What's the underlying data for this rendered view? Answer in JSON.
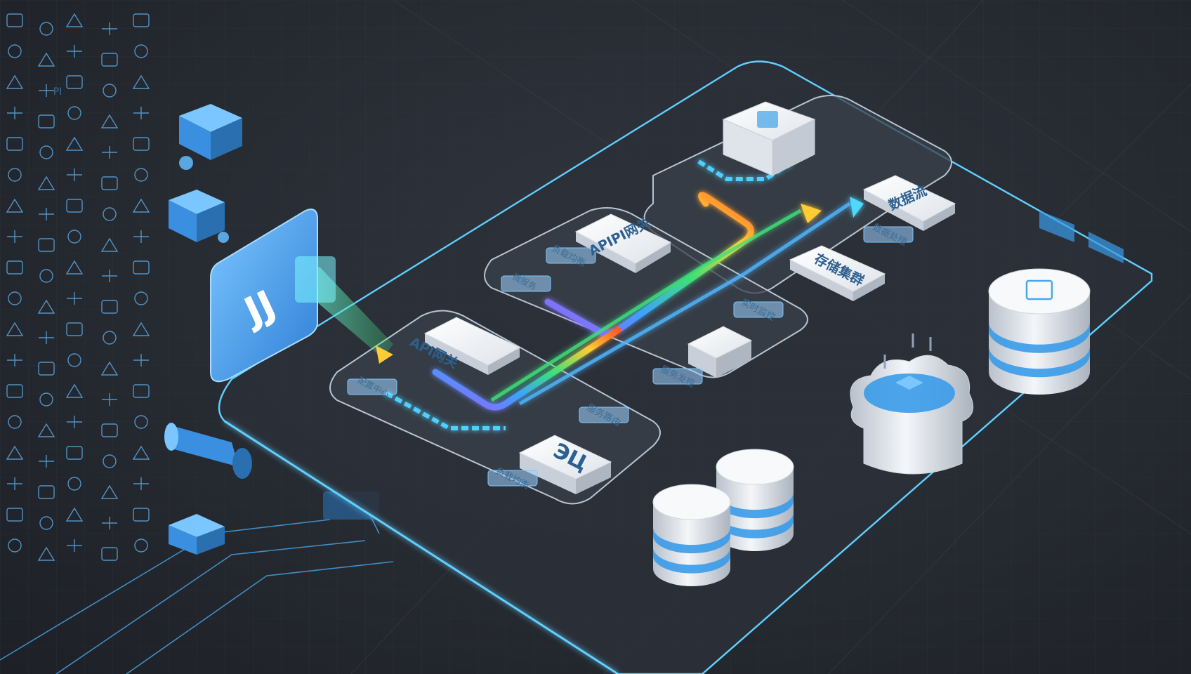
{
  "diagram": {
    "labels": {
      "api_gateway_top": "APIPI网关",
      "load_balance": "负载均衡",
      "data_stream": "数据流",
      "data_process": "数据处理",
      "storage_cluster": "存储集群",
      "api_gateway_front": "API网关",
      "service_route": "服务路由",
      "monitor": "实时监控",
      "service_discovery": "服务发现",
      "load_balance_small": "负载均衡",
      "config_center": "配置中心",
      "micro_service": "微服务"
    },
    "icon_text": {
      "hub_glyph": "JJ",
      "bottom_glyph": "ЭЦ",
      "panel_glyph": "PI"
    }
  },
  "colors": {
    "accent": "#3a9be8",
    "accent_light": "#7cc6ff",
    "bg": "#262a31",
    "platform_edge": "#5fd0ff",
    "flow_start": "#ff5a2a",
    "flow_mid": "#ffcc33",
    "flow_mid2": "#3ee07a",
    "flow_end": "#a855f7"
  }
}
